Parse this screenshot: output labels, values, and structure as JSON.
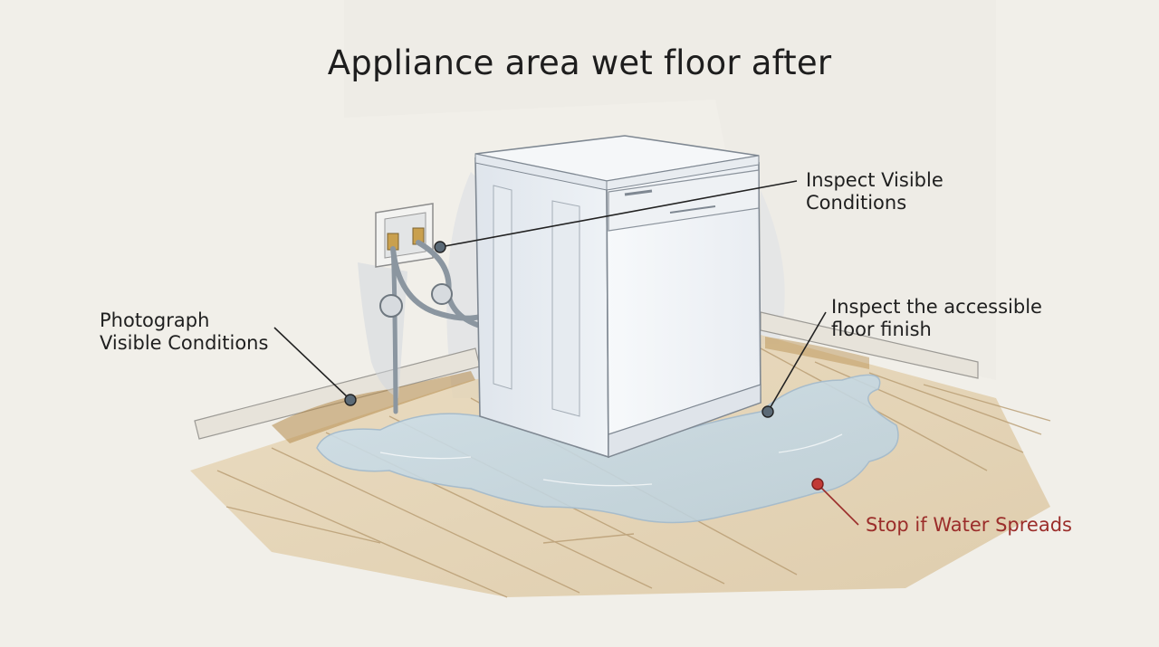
{
  "title": "Appliance area wet floor after",
  "callouts": {
    "inspect_visible": {
      "line1": "Inspect Visible",
      "line2": "Conditions"
    },
    "photograph": {
      "line1": "Photograph",
      "line2": "Visible Conditions"
    },
    "inspect_floor": {
      "line1": "Inspect the accessible",
      "line2": "floor finish"
    },
    "stop_water": {
      "line1": "Stop if Water Spreads"
    }
  },
  "colors": {
    "text": "#1f1f1f",
    "warning": "#9b2d2a",
    "marker": "#5b6a76",
    "marker_warning": "#c23a36"
  }
}
